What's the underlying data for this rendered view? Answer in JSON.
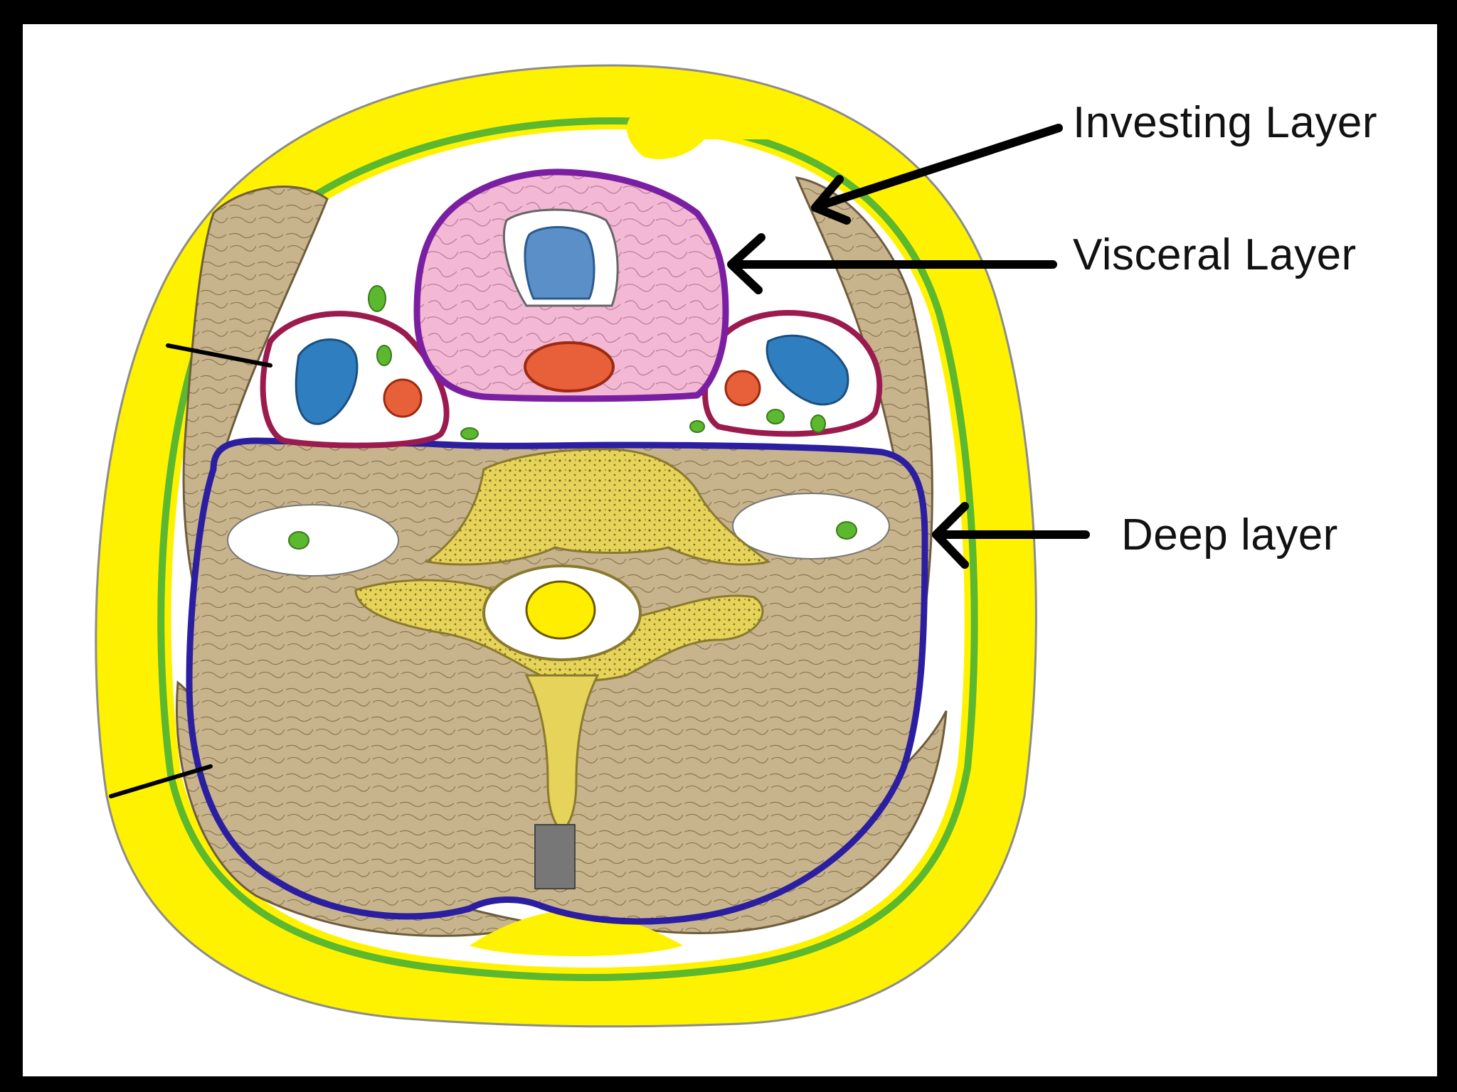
{
  "labels": {
    "investing": "Investing Layer",
    "visceral": "Visceral Layer",
    "deep": "Deep layer"
  },
  "colors": {
    "background_border": "#000000",
    "canvas": "#ffffff",
    "subcutaneous": "#fff200",
    "investing_fascia": "#5cb82e",
    "muscle": "#c8b48c",
    "visceral_outline": "#7b1fa2",
    "thyroid": "#f2b8d4",
    "trachea": "#5a8fc8",
    "esophagus": "#e8603a",
    "carotid_sheath": "#9c1b4f",
    "jugular": "#2f7fc0",
    "vertebra": "#e6d35a",
    "spinal_cord": "#ffee00",
    "prevertebral_outline": "#2b1ea0",
    "arrow": "#000000"
  }
}
